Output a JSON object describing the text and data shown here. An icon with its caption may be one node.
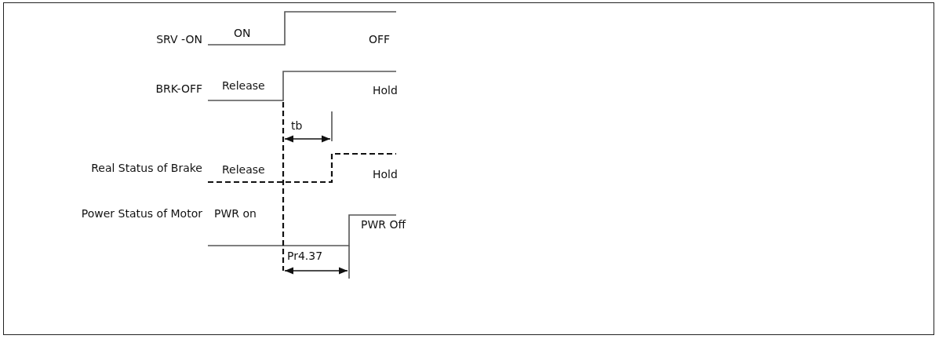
{
  "diagram": {
    "labels": [
      "SRV -ON",
      "ON",
      "OFF",
      "BRK-OFF",
      "Release",
      "Hold",
      "tb",
      "Real Status of Brake",
      "Release",
      "Hold",
      "Power Status of Motor",
      "PWR on",
      "PWR Off",
      "Pr4.37"
    ]
  }
}
